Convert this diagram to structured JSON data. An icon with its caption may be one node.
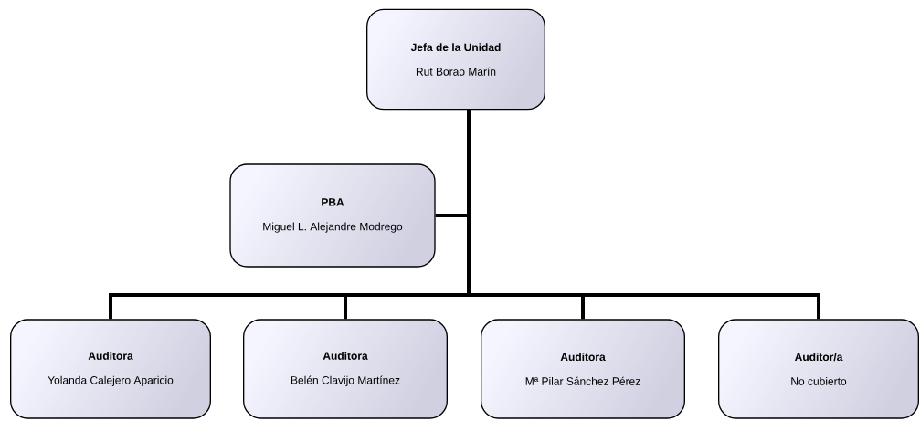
{
  "diagram": {
    "nodes": [
      {
        "text": [
          "Jefa de la Unidad",
          "Rut Borao Marín"
        ]
      },
      {
        "text": [
          "PBA",
          "Miguel L. Alejandre Modrego"
        ]
      },
      {
        "text": [
          "Auditora",
          "Yolanda Calejero Aparicio"
        ]
      },
      {
        "text": [
          "Auditora",
          "Belén Clavijo Martínez"
        ]
      },
      {
        "text": [
          "Auditora",
          "Mª Pilar Sánchez Pérez"
        ]
      },
      {
        "text": [
          "Auditor/a",
          "No cubierto"
        ]
      }
    ],
    "edges": [
      {
        "from": 0,
        "to": 1,
        "arrow": "none"
      },
      {
        "from": 0,
        "to": 2,
        "arrow": "none"
      },
      {
        "from": 0,
        "to": 3,
        "arrow": "none"
      },
      {
        "from": 0,
        "to": 4,
        "arrow": "none"
      },
      {
        "from": 0,
        "to": 5,
        "arrow": "none"
      }
    ]
  }
}
